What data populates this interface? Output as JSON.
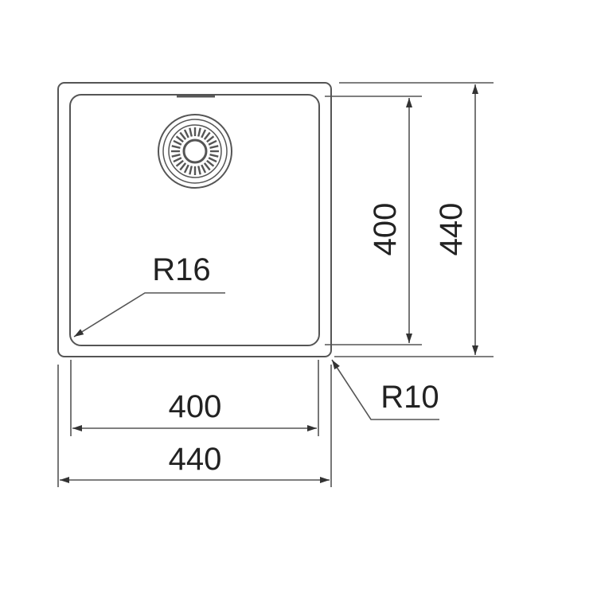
{
  "drawing": {
    "dimensions": {
      "inner_width": "400",
      "outer_width": "440",
      "inner_height": "400",
      "outer_height": "440"
    },
    "radii": {
      "inner_corner": "R16",
      "outer_corner": "R10"
    },
    "colors": {
      "line": "#555555",
      "text": "#222222",
      "background": "#ffffff"
    },
    "icons": {
      "drain": "strainer-drain-icon"
    }
  }
}
